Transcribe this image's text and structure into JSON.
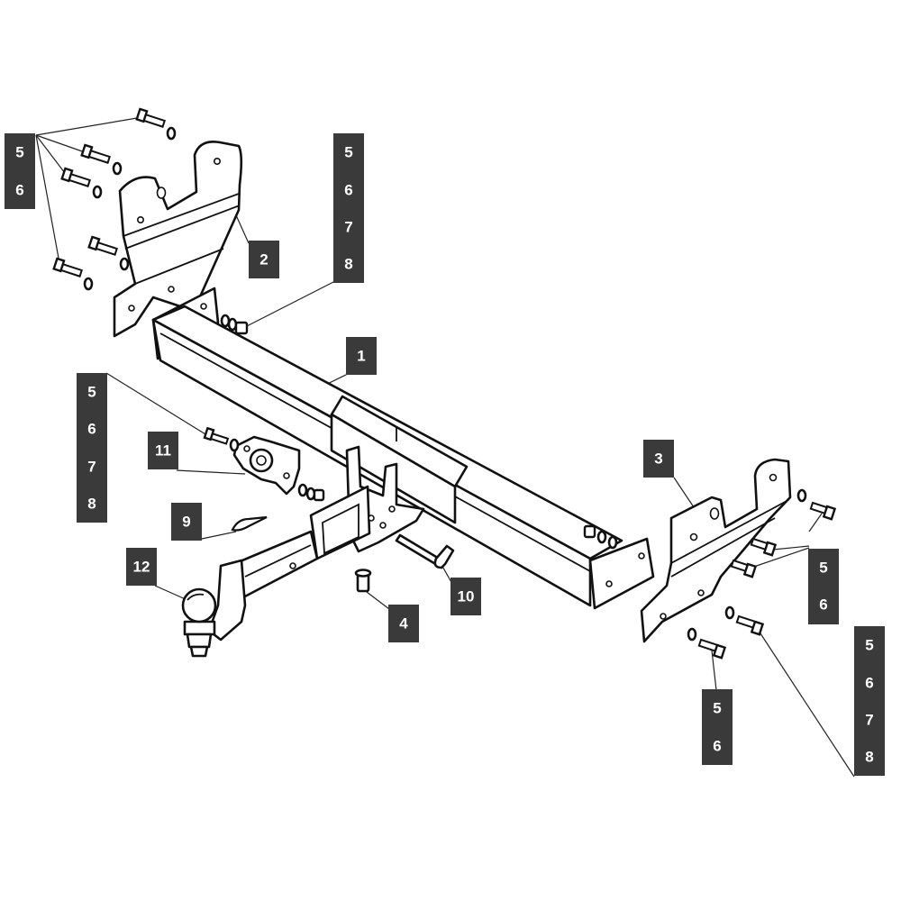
{
  "diagram": {
    "part_labels": {
      "p1": "1",
      "p2": "2",
      "p3": "3",
      "p4": "4",
      "p9": "9",
      "p10": "10",
      "p11": "11",
      "p12": "12"
    },
    "fastener_callouts": {
      "top_left": [
        "5",
        "6"
      ],
      "top_center": [
        "5",
        "6",
        "7",
        "8"
      ],
      "socket_plate": [
        "5",
        "6",
        "7",
        "8"
      ],
      "right_upper": [
        "5",
        "6"
      ],
      "right_lower": [
        "5",
        "6"
      ],
      "right_far": [
        "5",
        "6",
        "7",
        "8"
      ]
    }
  }
}
